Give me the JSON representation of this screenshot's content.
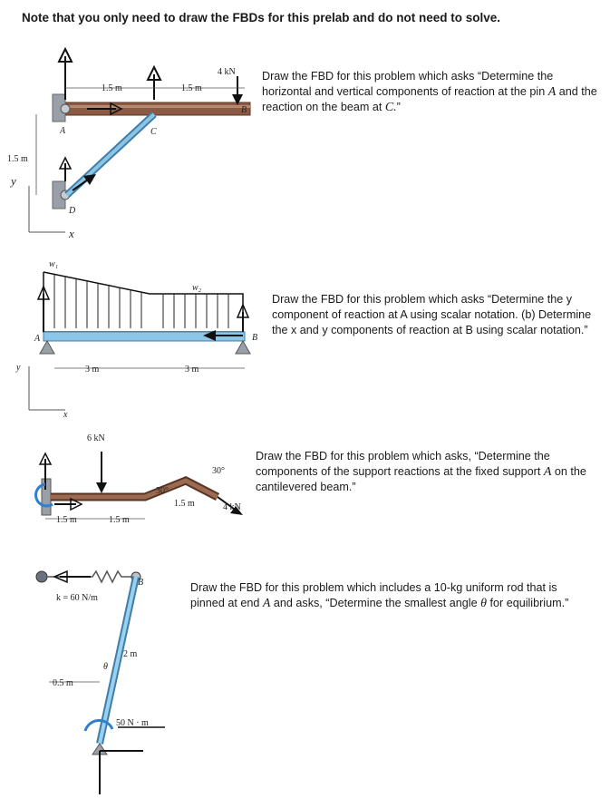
{
  "heading": "Note that you only need to draw the FBDs for this prelab and do not need to solve.",
  "problems": [
    {
      "prompt_parts": [
        "Draw the FBD for this problem which asks “Determine the horizontal and vertical components of reaction at the pin ",
        "A",
        " and the reaction on the beam at ",
        "C.",
        "”"
      ],
      "labels": {
        "dim_left": "1.5 m",
        "dim_right": "1.5 m",
        "load": "4 kN",
        "vertical_dim": "1.5 m",
        "A": "A",
        "B": "B",
        "C": "C",
        "D": "D",
        "y": "y",
        "x": "x"
      }
    },
    {
      "prompt": "Draw the FBD for this problem which asks “Determine the y component of reaction at A using scalar notation. (b) Determine the x and y components of reaction at B using scalar notation.”",
      "labels": {
        "w1": "w₁",
        "w2": "w₂",
        "dim_left": "3 m",
        "dim_right": "3 m",
        "A": "A",
        "B": "B",
        "y": "y",
        "x": "x"
      }
    },
    {
      "prompt_parts": [
        "Draw the FBD for this problem which asks, “Determine the components of the support reactions at the fixed support ",
        "A",
        " on the cantilevered beam.”"
      ],
      "labels": {
        "load_6": "6 kN",
        "angle_30a": "30°",
        "angle_30b": "30°",
        "dim_15a": "1.5 m",
        "dim_15b": "1.5 m",
        "dim_15c": "1.5 m",
        "load_4": "4 kN"
      }
    },
    {
      "prompt_parts": [
        "Draw the FBD for this problem which includes a 10-kg uniform rod that is pinned at end ",
        "A",
        " and asks, “Determine the smallest angle ",
        "θ",
        " for equilibrium.”"
      ],
      "labels": {
        "spring": "k = 60 N/m",
        "B": "B",
        "rod_len": "2 m",
        "theta": "θ",
        "dim_05": "0.5 m",
        "moment": "50 N · m"
      }
    }
  ],
  "colors": {
    "beam": "#8a5a44",
    "beam_dark": "#5a3320",
    "strut": "#5f9fc4",
    "support": "#9aa0a8",
    "arrow": "#111111",
    "moment": "#2f7fd0"
  }
}
